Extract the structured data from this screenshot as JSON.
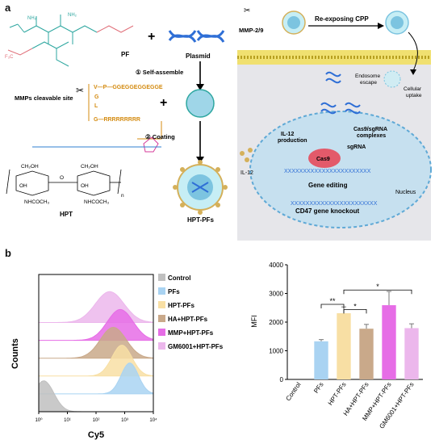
{
  "panel_a": {
    "letter": "a",
    "pf_label": "PF",
    "plasmid_label": "Plasmid",
    "step1": "① Self-assemble",
    "step2": "② Coating",
    "peptide1": "V—P—GGEGGEGGEGGE",
    "peptide1_extra": "G",
    "peptide1_l": "L",
    "peptide2": "G—RRRRRRRRR",
    "mmp_site": "MMPs cleavable site",
    "hpt_label": "HPT",
    "hpt_pfs_label": "HPT-PFs",
    "chem": {
      "ch2oh_1": "CH₂OH",
      "ch2oh_2": "CH₂OH",
      "oh_1": "OH",
      "oh_2": "OH",
      "o_1": "O",
      "nhcoch3_1": "NHCOCH₃",
      "nhcoch3_2": "NHCOCH₃",
      "n": "n",
      "nh2_a": "NH₂",
      "nh2_b": "NH₂",
      "cf3": "F₃C"
    },
    "cell": {
      "mmp_label": "MMP-2/9",
      "re_exposing": "Re-exposing CPP",
      "cellular_uptake": "Cellular\nuptake",
      "endosome_escape": "Endosome\nescape",
      "il12_production": "IL-12\nproduction",
      "cas9_complexes": "Cas9/sgRNA\ncomplexes",
      "sgrna": "sgRNA",
      "cas9": "Cas9",
      "il12": "IL-12",
      "gene_editing": "Gene  editing",
      "cd47": "CD47 gene knockout",
      "nucleus": "Nucleus",
      "dna_seq": "XXXXXXXXXXXXXXXXXXXXXXX"
    }
  },
  "panel_b": {
    "letter": "b",
    "legend": [
      "Control",
      "PFs",
      "HPT-PFs",
      "HA+HPT-PFs",
      "MMP+HPT-PFs",
      "GM6001+HPT-PFs"
    ],
    "legend_colors": [
      "#c0c0c0",
      "#a9d3f2",
      "#f8dfa4",
      "#c9a98a",
      "#e66de6",
      "#ecb7ec"
    ]
  },
  "chart_data": [
    {
      "type": "area",
      "title": "",
      "xlabel": "Cy5",
      "ylabel": "Counts",
      "x_scale": "log",
      "xlim": [
        1,
        10000
      ],
      "x_ticks": [
        "10⁰",
        "10¹",
        "10²",
        "10³",
        "10⁴"
      ],
      "series": [
        {
          "name": "Control",
          "peak_x": 1.5,
          "spread_decades": 0.35
        },
        {
          "name": "PFs",
          "peak_x": 1500,
          "spread_decades": 0.3
        },
        {
          "name": "HPT-PFs",
          "peak_x": 800,
          "spread_decades": 0.35
        },
        {
          "name": "HA+HPT-PFs",
          "peak_x": 400,
          "spread_decades": 0.45
        },
        {
          "name": "MMP+HPT-PFs",
          "peak_x": 700,
          "spread_decades": 0.45
        },
        {
          "name": "GM6001+HPT-PFs",
          "peak_x": 300,
          "spread_decades": 0.5
        }
      ]
    },
    {
      "type": "bar",
      "title": "",
      "xlabel": "",
      "ylabel": "MFI",
      "ylim": [
        0,
        4000
      ],
      "y_ticks": [
        "0",
        "1000",
        "2000",
        "3000",
        "4000"
      ],
      "categories": [
        "Control",
        "PFs",
        "HPT-PFs",
        "HA+HPT-PFs",
        "MMP+HPT-PFs",
        "GM6001+HPT-PFs"
      ],
      "values": [
        0,
        1330,
        2310,
        1770,
        2590,
        1790
      ],
      "errors": [
        0,
        60,
        220,
        150,
        480,
        150
      ],
      "colors": [
        "#c0c0c0",
        "#a9d3f2",
        "#f8dfa4",
        "#c9a98a",
        "#e66de6",
        "#ecb7ec"
      ],
      "significance": [
        "**",
        "*",
        "*"
      ]
    }
  ]
}
